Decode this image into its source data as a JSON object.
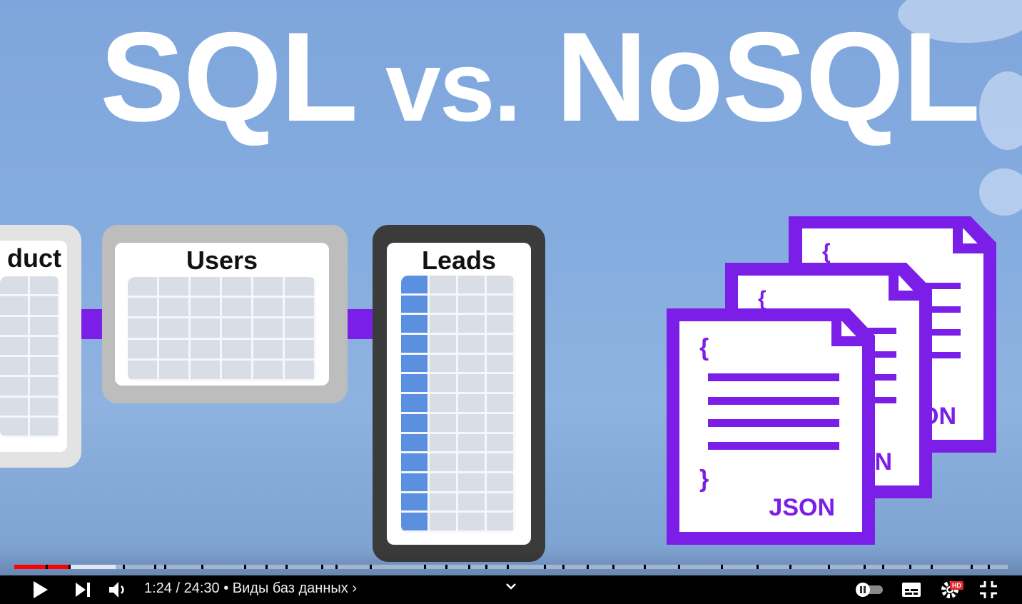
{
  "headline": {
    "sql": "SQL",
    "vs": "vs.",
    "nosql": "NoSQL"
  },
  "tables": {
    "product": {
      "title": "duct"
    },
    "users": {
      "title": "Users"
    },
    "leads": {
      "title": "Leads"
    }
  },
  "json_docs": {
    "back_label": "ON",
    "middle_label": "N",
    "front_label": "JSON",
    "brace_open": "{",
    "brace_close": "}"
  },
  "player": {
    "time": "1:24 / 24:30",
    "separator": " • ",
    "chapter": "Виды баз данных",
    "chapter_arrow": "›",
    "hd_badge": "HD",
    "progress_played": 0.055,
    "progress_buffered": 0.102
  },
  "colors": {
    "accent_purple": "#7a1ee8",
    "progress_red": "#ff0000",
    "leads_column": "#5b8fe0",
    "background_blue": "#86addf"
  },
  "icons": [
    "play-icon",
    "next-icon",
    "volume-icon",
    "chevron-down-icon",
    "autoplay-toggle-icon",
    "subtitles-icon",
    "settings-icon",
    "exit-fullscreen-icon"
  ]
}
